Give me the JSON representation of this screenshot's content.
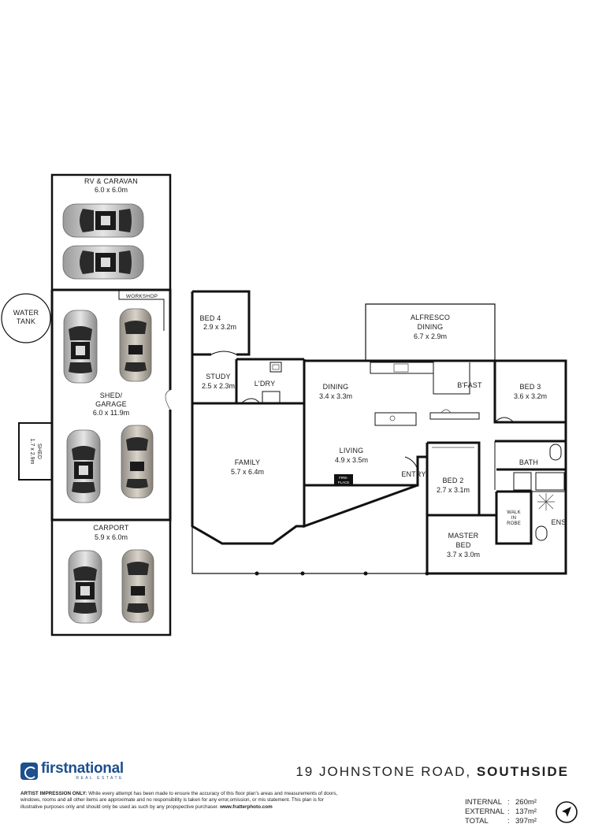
{
  "rooms": {
    "rv_caravan": {
      "name": "RV & CARAVAN",
      "dims": "6.0 x 6.0m"
    },
    "workshop": {
      "name": "WORKSHOP"
    },
    "water_tank": {
      "line1": "WATER",
      "line2": "TANK"
    },
    "shed_garage": {
      "line1": "SHED/",
      "line2": "GARAGE",
      "dims": "6.0 x 11.9m"
    },
    "shed": {
      "name": "SHED",
      "dims": "1.7 x 2.9m"
    },
    "carport": {
      "name": "CARPORT",
      "dims": "5.9 x 6.0m"
    },
    "bed4": {
      "name": "BED 4",
      "dims": "2.9 x 3.2m"
    },
    "study": {
      "name": "STUDY",
      "dims": "2.5 x 2.3m"
    },
    "laundry": {
      "name": "L'DRY"
    },
    "family": {
      "name": "FAMILY",
      "dims": "5.7 x 6.4m"
    },
    "alfresco": {
      "line1": "ALFRESCO",
      "line2": "DINING",
      "dims": "6.7 x 2.9m"
    },
    "dining": {
      "name": "DINING",
      "dims": "3.4 x 3.3m"
    },
    "bfast": {
      "name": "B'FAST"
    },
    "bed3": {
      "name": "BED 3",
      "dims": "3.6 x 3.2m"
    },
    "living": {
      "name": "LIVING",
      "dims": "4.9 x 3.5m"
    },
    "fireplace": {
      "line1": "FIRE-",
      "line2": "PLACE"
    },
    "entry": {
      "name": "ENTRY"
    },
    "bed2": {
      "name": "BED 2",
      "dims": "2.7 x 3.1m"
    },
    "bath": {
      "name": "BATH"
    },
    "walk_in_robe": {
      "line1": "WALK",
      "line2": "IN",
      "line3": "ROBE"
    },
    "ens": {
      "name": "ENS"
    },
    "master_bed": {
      "line1": "MASTER",
      "line2": "BED",
      "dims": "3.7 x 3.0m"
    }
  },
  "icons": [
    "car-icon",
    "north-arrow-icon",
    "logo-icon"
  ],
  "brand": {
    "name": "firstnational",
    "sub": "REAL ESTATE",
    "color": "#1e4f8e"
  },
  "address": {
    "street": "19 JOHNSTONE ROAD,",
    "suburb": "SOUTHSIDE"
  },
  "disclaimer": {
    "lead": "ARTIST IMPRESSION ONLY:",
    "body": " While every attempt has been made to ensure the accuracy of this floor plan's areas and measurements of doors, windows, rooms and all other items are approximate and no responsibility is taken for any error,omission, or mis statement. This plan is for illustrative purposes only and should only be used as such by any propspective purchaser.",
    "site": " www.fratterphoto.com"
  },
  "areas": [
    {
      "label": "INTERNAL",
      "value": "260m²"
    },
    {
      "label": "EXTERNAL",
      "value": "137m²"
    },
    {
      "label": "TOTAL",
      "value": "397m²"
    }
  ]
}
